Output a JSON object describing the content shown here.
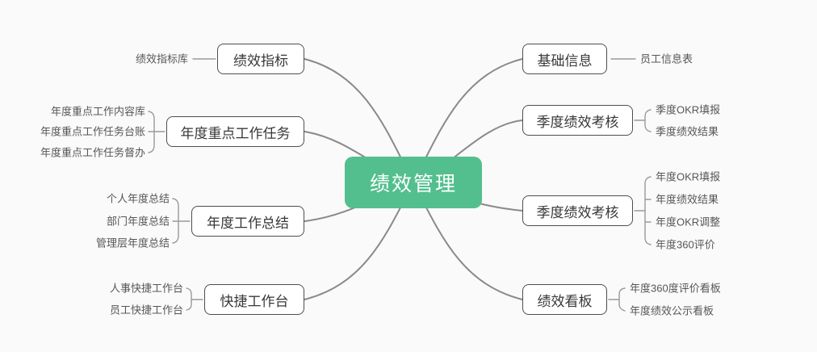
{
  "colors": {
    "bg": "#fafafa",
    "accent": "#53bf8e",
    "line": "#8a8a8a",
    "leafline": "#9a9a9a"
  },
  "root": {
    "label": "绩效管理"
  },
  "left_branches": [
    {
      "label": "绩效指标",
      "children": [
        "绩效指标库"
      ]
    },
    {
      "label": "年度重点工作任务",
      "children": [
        "年度重点工作内容库",
        "年度重点工作任务台账",
        "年度重点工作任务督办"
      ]
    },
    {
      "label": "年度工作总结",
      "children": [
        "个人年度总结",
        "部门年度总结",
        "管理层年度总结"
      ]
    },
    {
      "label": "快捷工作台",
      "children": [
        "人事快捷工作台",
        "员工快捷工作台"
      ]
    }
  ],
  "right_branches": [
    {
      "label": "基础信息",
      "children": [
        "员工信息表"
      ]
    },
    {
      "label": "季度绩效考核",
      "children": [
        "季度OKR填报",
        "季度绩效结果"
      ]
    },
    {
      "label": "季度绩效考核",
      "children": [
        "年度OKR填报",
        "年度绩效结果",
        "年度OKR调整",
        "年度360评价"
      ]
    },
    {
      "label": "绩效看板",
      "children": [
        "年度360度评价看板",
        "年度绩效公示看板"
      ]
    }
  ]
}
